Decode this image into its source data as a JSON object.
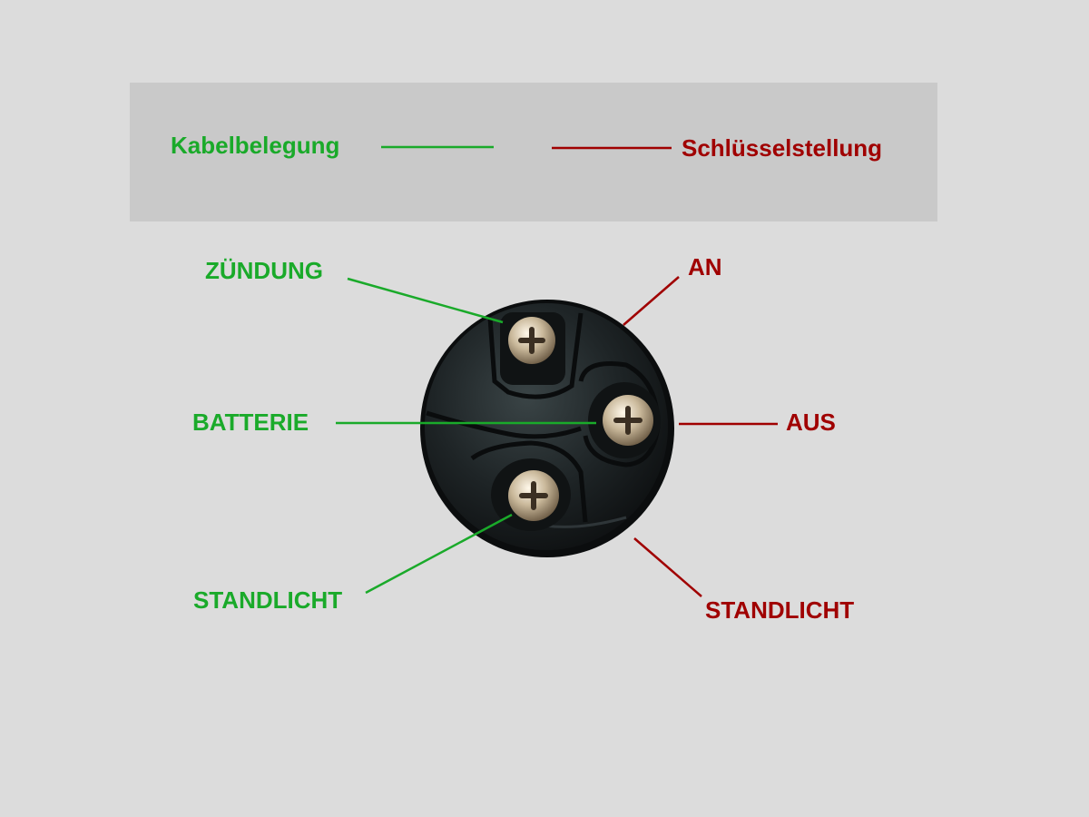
{
  "colors": {
    "wiring": "#1aaa2a",
    "key_position": "#a00000",
    "background": "#dcdcdc",
    "legend_background": "#c9c9c9"
  },
  "legend": {
    "wiring_label": "Kabelbelegung",
    "key_position_label": "Schlüsselstellung"
  },
  "wiring": {
    "ignition": "ZÜNDUNG",
    "battery": "BATTERIE",
    "parking_light": "STANDLICHT"
  },
  "key_positions": {
    "on": "AN",
    "off": "AUS",
    "parking_light": "STANDLICHT"
  }
}
